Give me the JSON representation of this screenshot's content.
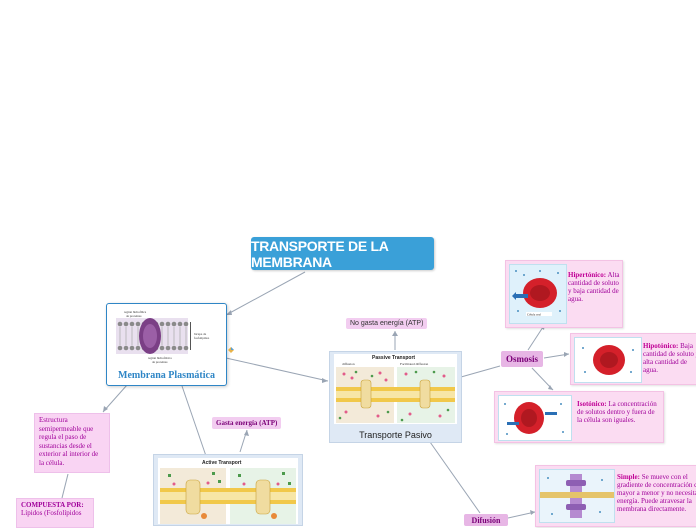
{
  "root": {
    "title": "TRANSPORTE DE LA MEMBRANA"
  },
  "membrana": {
    "label": "Membrana Plasmática",
    "image_labels": {
      "top1": "región hidrofílica",
      "top2": "de proteínas",
      "side1": "bicapa de",
      "side2": "fosfolípidos",
      "bottom1": "región hidrofóbica",
      "bottom2": "de proteínas"
    }
  },
  "estructura": {
    "text": "Estructura semipermeable que regula el paso de sustancias desde el exterior al interior de la célula."
  },
  "compuesta": {
    "heading": "COMPUESTA POR:",
    "text": "Lípidos (Fosfolípidos"
  },
  "gasta_energia": {
    "label": "Gasta energía (ATP)"
  },
  "no_gasta": {
    "label": "No gasta energía (ATP)"
  },
  "pasivo": {
    "label": "Transporte Pasivo",
    "image_title": "Passive Transport",
    "left_caption": "diffusion",
    "right_caption": "Facilitated diffusion"
  },
  "activo": {
    "image_title": "Active Transport"
  },
  "osmosis": {
    "label": "Osmosis"
  },
  "difusion": {
    "label": "Difusión"
  },
  "hipertonico": {
    "term": "Hipertónico:",
    "text": "Alta cantidad de soluto y baja cantidad de agua.",
    "image_caption": "Célula real"
  },
  "hipotonico": {
    "term": "Hipotónico:",
    "text": "Baja cantidad de soluto y alta cantidad de agua."
  },
  "isotonico": {
    "term": "Isotónico:",
    "text": "La concentración de solutos dentro y fuera de la célula son iguales."
  },
  "simple": {
    "term": "Simple:",
    "text": "Se mueve con el gradiente de concentración de mayor a menor y no necesita energía. Puede atravesar la membrana directamente."
  },
  "colors": {
    "root": "#3aa0d8",
    "membrana_border": "#2f86c6",
    "pink_node": "#fbdcf2",
    "osmosis": "#e7b6e5",
    "connector": "#9aa5b4"
  }
}
